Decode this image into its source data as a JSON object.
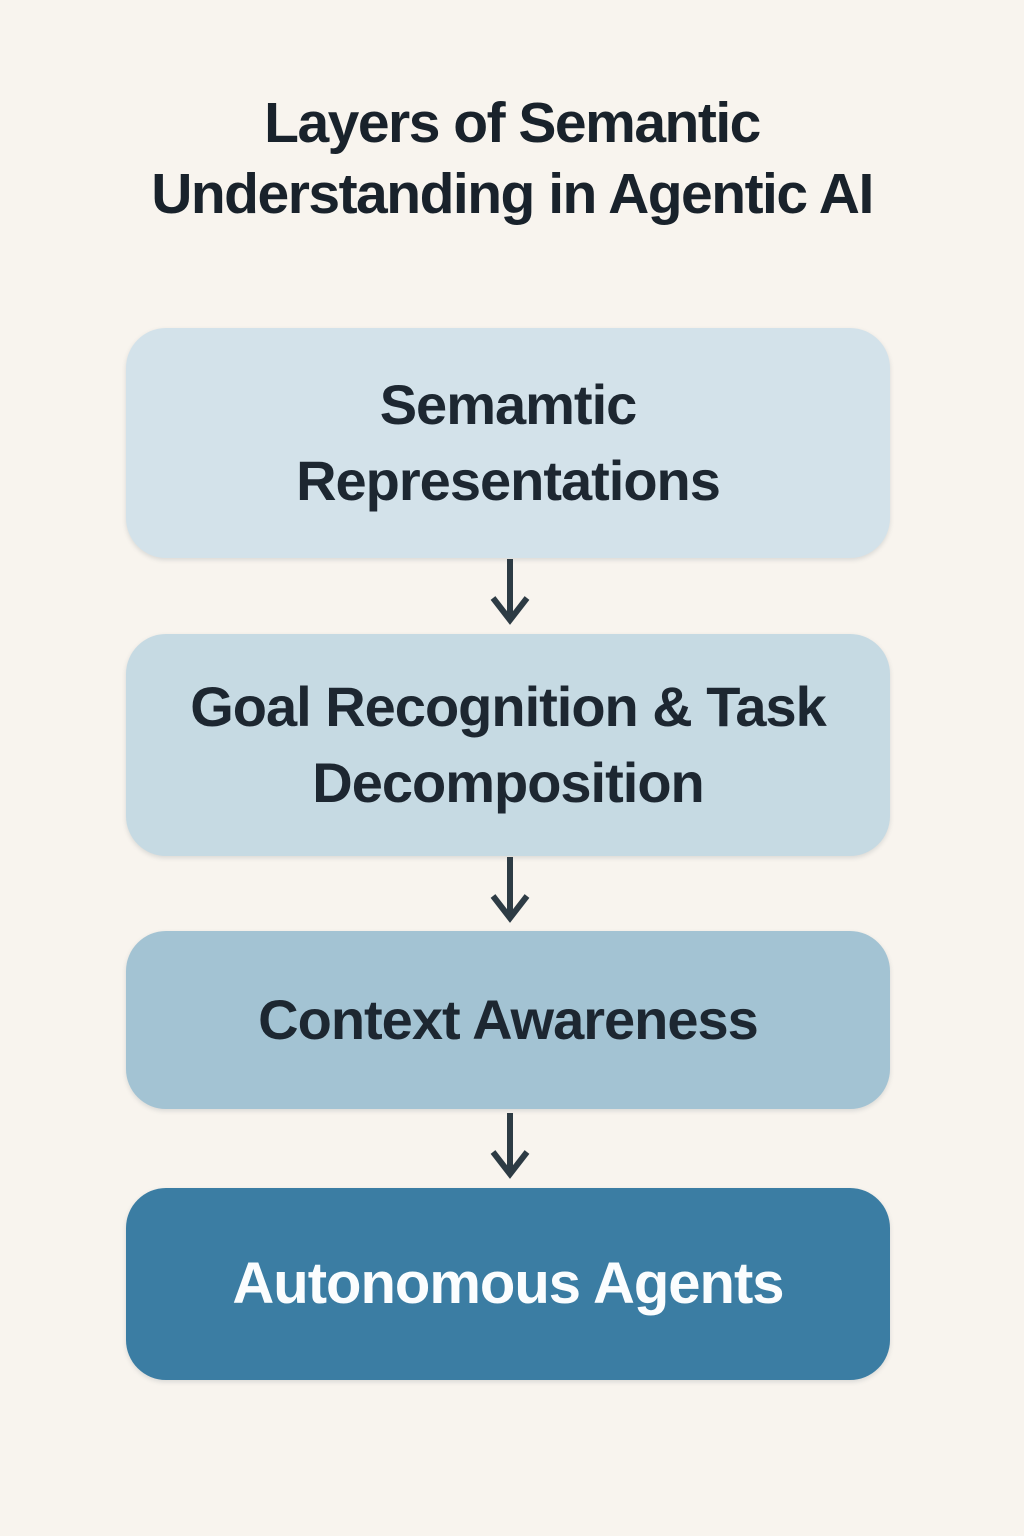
{
  "page": {
    "background": "#f8f4ee"
  },
  "title": {
    "line1": "Layers of Semantic",
    "line2": "Understanding in Agentic AI",
    "color": "#19222b"
  },
  "flow": {
    "arrow_color": "#2d3b44",
    "arrow_icon": "down-arrow",
    "boxes": [
      {
        "label": "Semamtic Representations",
        "bg": "#d3e2ea",
        "text_color": "#1d2731"
      },
      {
        "label": "Goal Recognition & Task Decomposition",
        "bg": "#c6dae3",
        "text_color": "#1d2731"
      },
      {
        "label": "Context Awareness",
        "bg": "#a3c3d3",
        "text_color": "#1d2731"
      },
      {
        "label": "Autonomous Agents",
        "bg": "#3b7da3",
        "text_color": "#fbfdfe"
      }
    ]
  }
}
